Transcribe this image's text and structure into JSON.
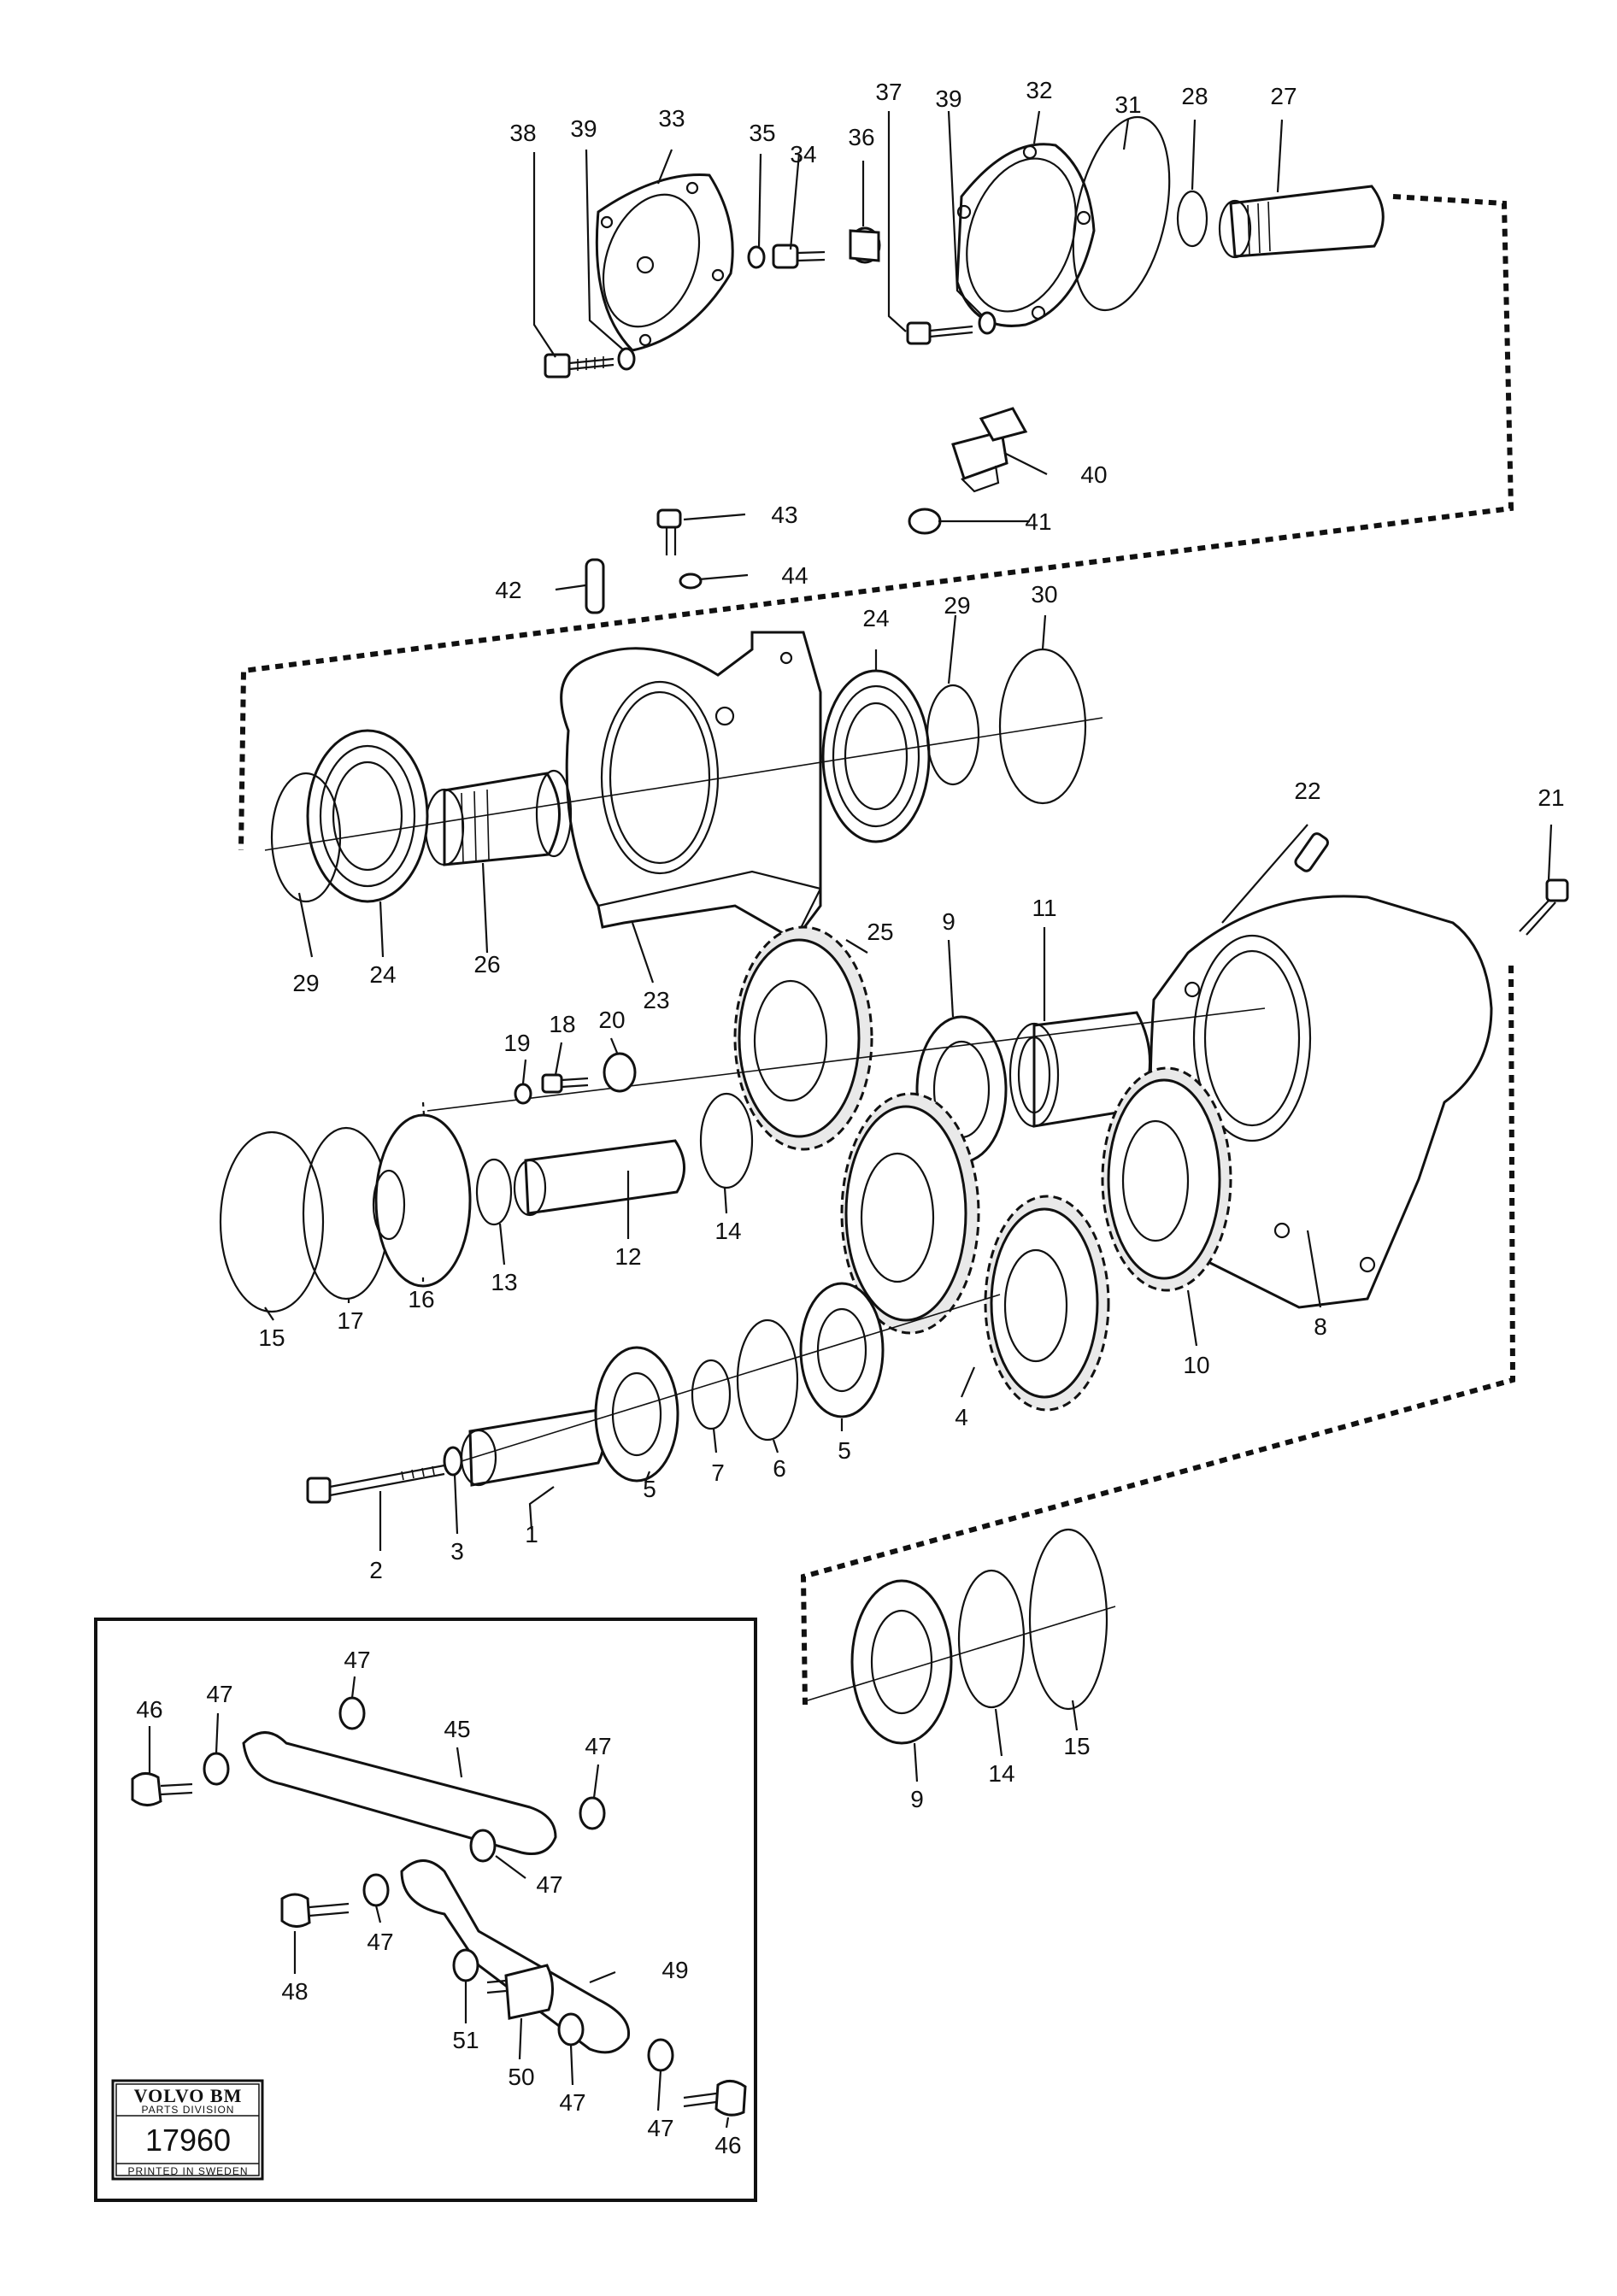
{
  "callouts": {
    "l1": "1",
    "l2": "2",
    "l3": "3",
    "l4": "4",
    "l5a": "5",
    "l5b": "5",
    "l6": "6",
    "l7": "7",
    "l8": "8",
    "l9a": "9",
    "l9b": "9",
    "l10": "10",
    "l11": "11",
    "l12": "12",
    "l13": "13",
    "l14a": "14",
    "l14b": "14",
    "l15a": "15",
    "l15b": "15",
    "l16": "16",
    "l17": "17",
    "l18": "18",
    "l19": "19",
    "l20": "20",
    "l21": "21",
    "l22": "22",
    "l23": "23",
    "l24a": "24",
    "l24b": "24",
    "l25": "25",
    "l26": "26",
    "l27": "27",
    "l28": "28",
    "l29a": "29",
    "l29b": "29",
    "l30": "30",
    "l31": "31",
    "l32": "32",
    "l33": "33",
    "l34": "34",
    "l35": "35",
    "l36": "36",
    "l37": "37",
    "l38": "38",
    "l39a": "39",
    "l39b": "39",
    "l40": "40",
    "l41": "41",
    "l42": "42",
    "l43": "43",
    "l44": "44"
  },
  "inset": {
    "l45": "45",
    "l46a": "46",
    "l46b": "46",
    "l47a": "47",
    "l47b": "47",
    "l47c": "47",
    "l47d": "47",
    "l47e": "47",
    "l47f": "47",
    "l47g": "47",
    "l48": "48",
    "l49": "49",
    "l50": "50",
    "l51": "51"
  },
  "stamp": {
    "brand": "VOLVO BM",
    "division": "PARTS DIVISION",
    "number": "17960",
    "printed": "PRINTED IN SWEDEN"
  }
}
